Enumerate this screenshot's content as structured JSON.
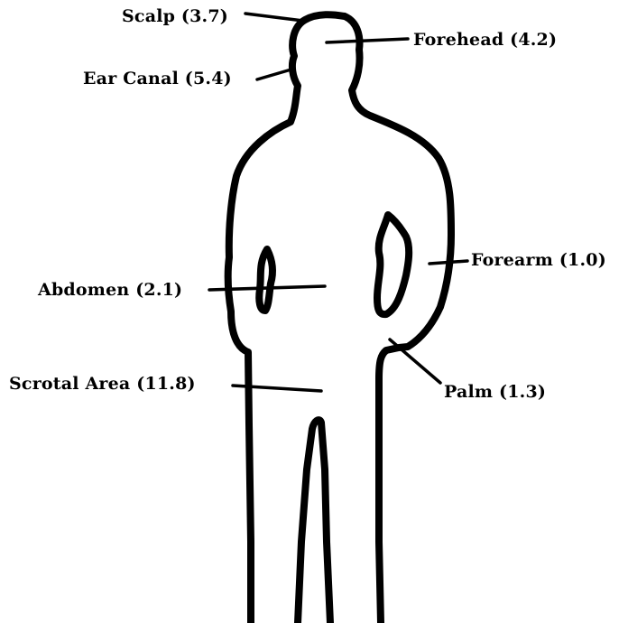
{
  "colors": {
    "outline": "#000000",
    "background": "#ffffff"
  },
  "labels": {
    "scalp": "Scalp (3.7)",
    "forehead": "Forehead (4.2)",
    "ear_canal": "Ear Canal (5.4)",
    "forearm": "Forearm (1.0)",
    "abdomen": "Abdomen (2.1)",
    "scrotal_area": "Scrotal Area (11.8)",
    "palm": "Palm (1.3)"
  }
}
